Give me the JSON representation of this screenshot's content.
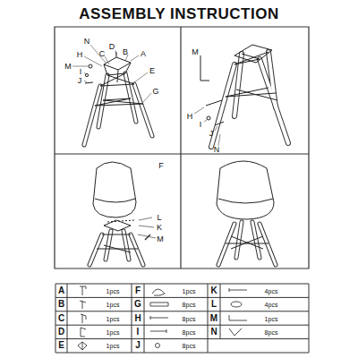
{
  "diagram": {
    "title": "ASSEMBLY INSTRUCTION",
    "labels": [
      "N",
      "H",
      "C",
      "D",
      "B",
      "A",
      "M",
      "I",
      "J",
      "E",
      "G",
      "M",
      "H",
      "I",
      "J",
      "N",
      "F",
      "L",
      "K",
      "M",
      "A",
      "1pcs",
      "F",
      "1pcs",
      "K",
      "4pcs",
      "B",
      "1pcs",
      "G",
      "8pcs",
      "L",
      "4pcs",
      "C",
      "1pcs",
      "H",
      "8pcs",
      "M",
      "1pcs",
      "D",
      "1pcs",
      "I",
      "8pcs",
      "N",
      "8pcs",
      "E",
      "1pcs",
      "J",
      "8pcs"
    ]
  }
}
